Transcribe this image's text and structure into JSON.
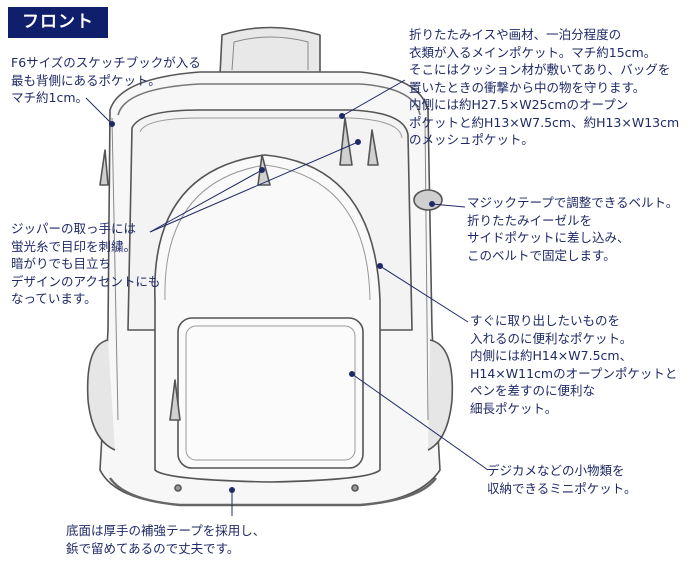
{
  "header": {
    "badge": "フロント"
  },
  "annotations": {
    "sketch_pocket": "F6サイズのスケッチブックが入る\n最も背側にあるポケット。\nマチ約1cm。",
    "main_pocket": "折りたたみイスや画材、一泊分程度の\n衣類が入るメインポケット。マチ約15cm。\nそこにはクッション材が敷いてあり、バッグを\n置いたときの衝撃から中の物を守ります。\n内側には約H27.5×W25cmのオープン\nポケットと約H13×W7.5cm、約H13×W13cm\nのメッシュポケット。",
    "zipper_pull": "ジッパーの取っ手には\n蛍光糸で目印を刺繍。\n暗がりでも目立ち\nデザインのアクセントにも\nなっています。",
    "velcro_belt": "マジックテープで調整できるベルト。\n折りたたみイーゼルを\nサイドポケットに差し込み、\nこのベルトで固定します。",
    "quick_pocket": "すぐに取り出したいものを\n入れるのに便利なポケット。\n内側には約H14×W7.5cm、\nH14×W11cmのオープンポケットと\nペンを差すのに便利な\n細長ポケット。",
    "mini_pocket": "デジカメなどの小物類を\n収納できるミニポケット。",
    "bottom": "底面は厚手の補強テープを採用し、\n鋲で留めてあるので丈夫です。"
  }
}
